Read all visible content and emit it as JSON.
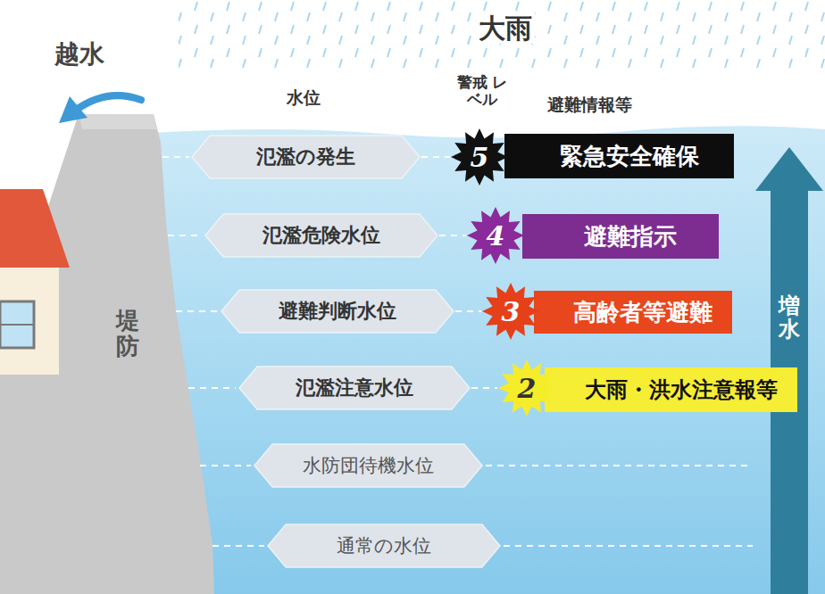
{
  "diagram": {
    "nodes": [
      {
        "text": [
          "堤防"
        ]
      },
      {
        "text": [
          "氾濫の発生"
        ]
      },
      {
        "text": [
          "5"
        ]
      },
      {
        "text": [
          "緊急安全確保"
        ]
      },
      {
        "text": [
          "氾濫危険水位"
        ]
      },
      {
        "text": [
          "4"
        ]
      },
      {
        "text": [
          "避難指示"
        ]
      },
      {
        "text": [
          "避難判断水位"
        ]
      },
      {
        "text": [
          "3"
        ]
      },
      {
        "text": [
          "高齢者等避難"
        ]
      },
      {
        "text": [
          "氾濫注意水位"
        ]
      },
      {
        "text": [
          "2"
        ]
      },
      {
        "text": [
          "大雨・洪水注意報等"
        ]
      },
      {
        "text": [
          "水防団待機水位"
        ]
      },
      {
        "text": [
          "通常の水位"
        ]
      },
      {
        "text": [
          "増水"
        ]
      }
    ],
    "edges": [
      {
        "from": 1,
        "to": 2,
        "arrow": "none"
      },
      {
        "from": 4,
        "to": 5,
        "arrow": "none"
      },
      {
        "from": 7,
        "to": 8,
        "arrow": "none"
      },
      {
        "from": 10,
        "to": 11,
        "arrow": "none"
      }
    ],
    "labels": [
      "越水",
      "大雨",
      "水位",
      "警戒 レベル",
      "避難情報等"
    ]
  }
}
